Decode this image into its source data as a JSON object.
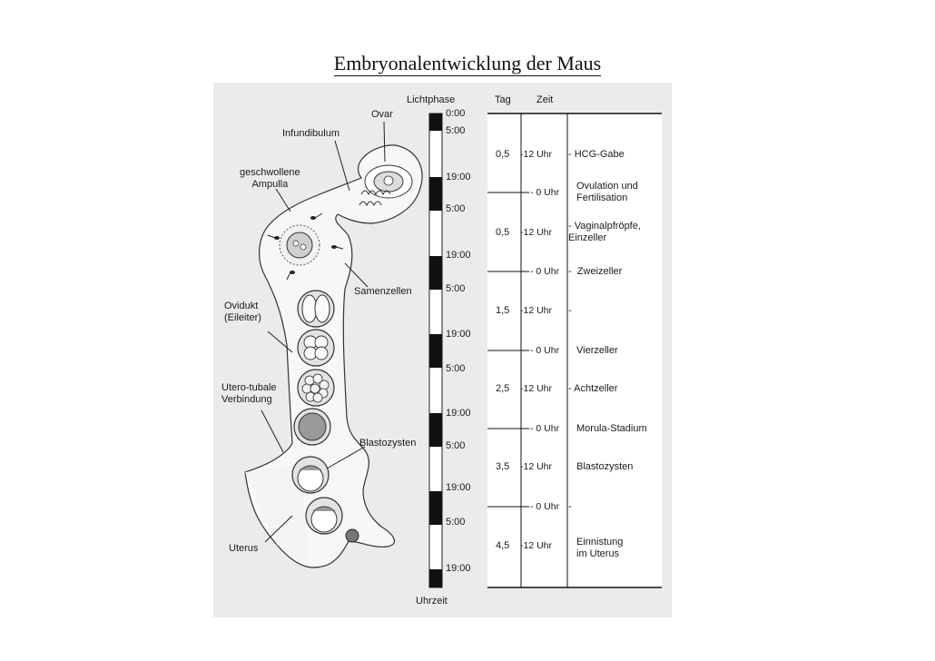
{
  "title": "Embryonalentwicklung der Maus",
  "headers": {
    "lichtphase": "Lichtphase",
    "tag": "Tag",
    "zeit": "Zeit",
    "uhrzeit": "Uhrzeit"
  },
  "anatomy": {
    "ovar": "Ovar",
    "infundibulum": "Infundibulum",
    "ampulla": "geschwollene\nAmpulla",
    "samenzellen": "Samenzellen",
    "ovidukt": "Ovidukt\n(Eileiter)",
    "utero": "Utero-tubale\nVerbindung",
    "blastozysten": "Blastozysten",
    "uterus": "Uterus"
  },
  "light_times": [
    "0:00",
    "5:00",
    "19:00",
    "5:00",
    "19:00",
    "5:00",
    "19:00",
    "5:00",
    "19:00",
    "5:00",
    "19:00",
    "5:00",
    "19:00"
  ],
  "tag_values": [
    "0,5",
    "0,5",
    "1,5",
    "2,5",
    "3,5",
    "4,5"
  ],
  "zeit_labels": {
    "noon": [
      "-12 Uhr",
      "-12 Uhr",
      "-12 Uhr",
      "-12 Uhr",
      "-12 Uhr",
      "-12 Uhr"
    ],
    "midnight": [
      "- 0 Uhr",
      "- 0 Uhr",
      "- 0 Uhr",
      "- 0 Uhr",
      "- 0 Uhr"
    ]
  },
  "events": [
    "HCG-Gabe",
    "Ovulation und\nFertilisation",
    "Vaginalpfröpfe,\nEinzeller",
    "Zweizeller",
    "Vierzeller",
    "Achtzeller",
    "Morula-Stadium",
    "Blastozysten",
    "Einnistung\nim Uterus"
  ]
}
